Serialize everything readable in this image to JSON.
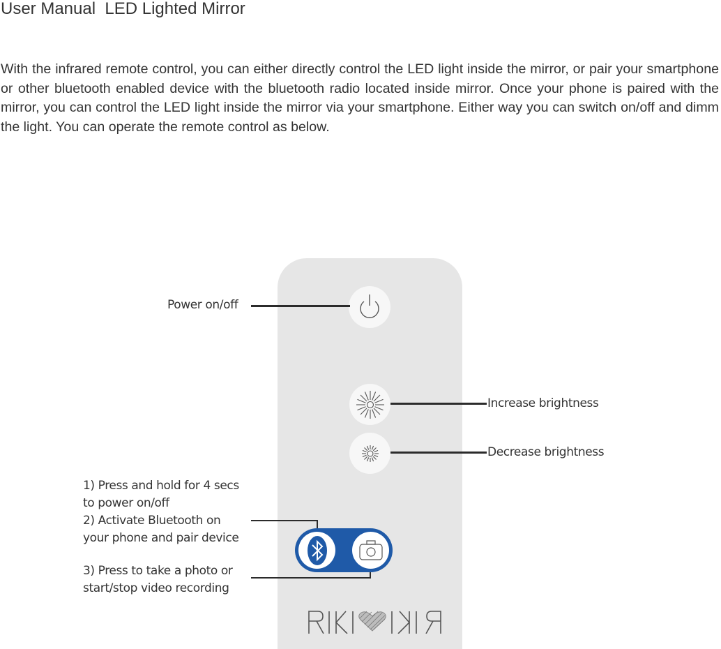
{
  "document": {
    "title": "User Manual  LED Lighted Mirror",
    "intro_paragraph": "With the infrared remote control, you can either directly control the LED light inside the mirror, or pair your smartphone or other bluetooth enabled device with the bluetooth radio located inside mirror. Once your phone is paired with the mirror, you can control the LED light inside the mirror via your smartphone. Either way you can switch on/off and dimm the light. You can operate the remote control as below."
  },
  "remote": {
    "body_color": "#e6e6e6",
    "button_color": "#f7f7f7",
    "accent_color": "#1f5aa8",
    "brand_logo": "RIKI LOVES RIKI",
    "buttons": [
      {
        "id": "power",
        "icon": "power-icon",
        "label": "Power on/off"
      },
      {
        "id": "increase",
        "icon": "sun-large-icon",
        "label": "Increase brightness"
      },
      {
        "id": "decrease",
        "icon": "sun-small-icon",
        "label": "Decrease brightness"
      },
      {
        "id": "bluetooth",
        "icon": "bluetooth-icon",
        "label": "1) Press and hold for 4 secs\nto power on/off\n2) Activate Bluetooth on\nyour phone and pair device"
      },
      {
        "id": "camera",
        "icon": "camera-icon",
        "label": "3) Press to take a photo or\nstart/stop video recording"
      }
    ]
  }
}
